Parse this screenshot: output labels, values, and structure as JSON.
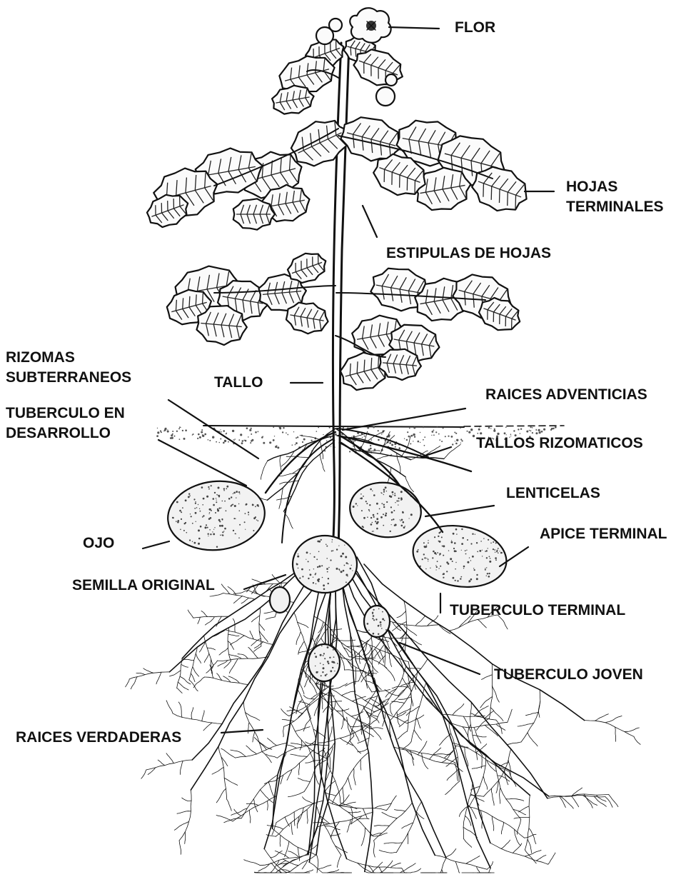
{
  "labels": {
    "flor": "FLOR",
    "hojas_terminales_1": "HOJAS",
    "hojas_terminales_2": "TERMINALES",
    "estipulas": "ESTIPULAS DE HOJAS",
    "rizomas_1": "RIZOMAS",
    "rizomas_2": "SUBTERRANEOS",
    "tallo": "TALLO",
    "raices_adventicias": "RAICES ADVENTICIAS",
    "tuberculo_desarrollo_1": "TUBERCULO EN",
    "tuberculo_desarrollo_2": "DESARROLLO",
    "tallos_rizomaticos": "TALLOS RIZOMATICOS",
    "lenticelas": "LENTICELAS",
    "apice_terminal": "APICE TERMINAL",
    "ojo": "OJO",
    "semilla_original": "SEMILLA ORIGINAL",
    "tuberculo_terminal": "TUBERCULO TERMINAL",
    "tuberculo_joven": "TUBERCULO JOVEN",
    "raices_verdaderas": "RAICES VERDADERAS"
  }
}
